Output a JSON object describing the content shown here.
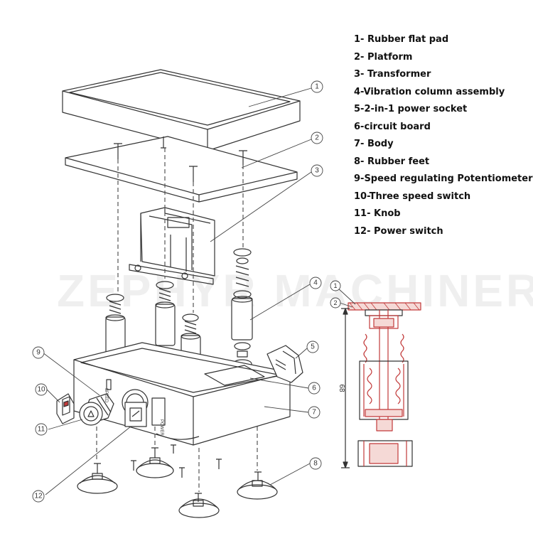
{
  "legend": {
    "items": [
      "1- Rubber flat pad",
      "2- Platform",
      "3- Transformer",
      "4-Vibration column assembly",
      "5-2-in-1 power socket",
      "6-circuit board",
      "7- Body",
      "8- Rubber feet",
      "9-Speed regulating Potentiometer",
      "10-Three speed switch",
      "11- Knob",
      "12- Power switch"
    ]
  },
  "callouts": [
    "1",
    "2",
    "3",
    "4",
    "5",
    "6",
    "7",
    "8",
    "9",
    "10",
    "11",
    "12"
  ],
  "section_view": {
    "callouts": [
      "1",
      "2"
    ],
    "dimension": "68"
  },
  "body_labels": {
    "speed": "SPEED",
    "power": "POWER"
  },
  "watermark": "ZEPHYR MACHINERY",
  "colors": {
    "line": "#333333",
    "accent_red": "#c23a3a",
    "background": "#ffffff"
  }
}
